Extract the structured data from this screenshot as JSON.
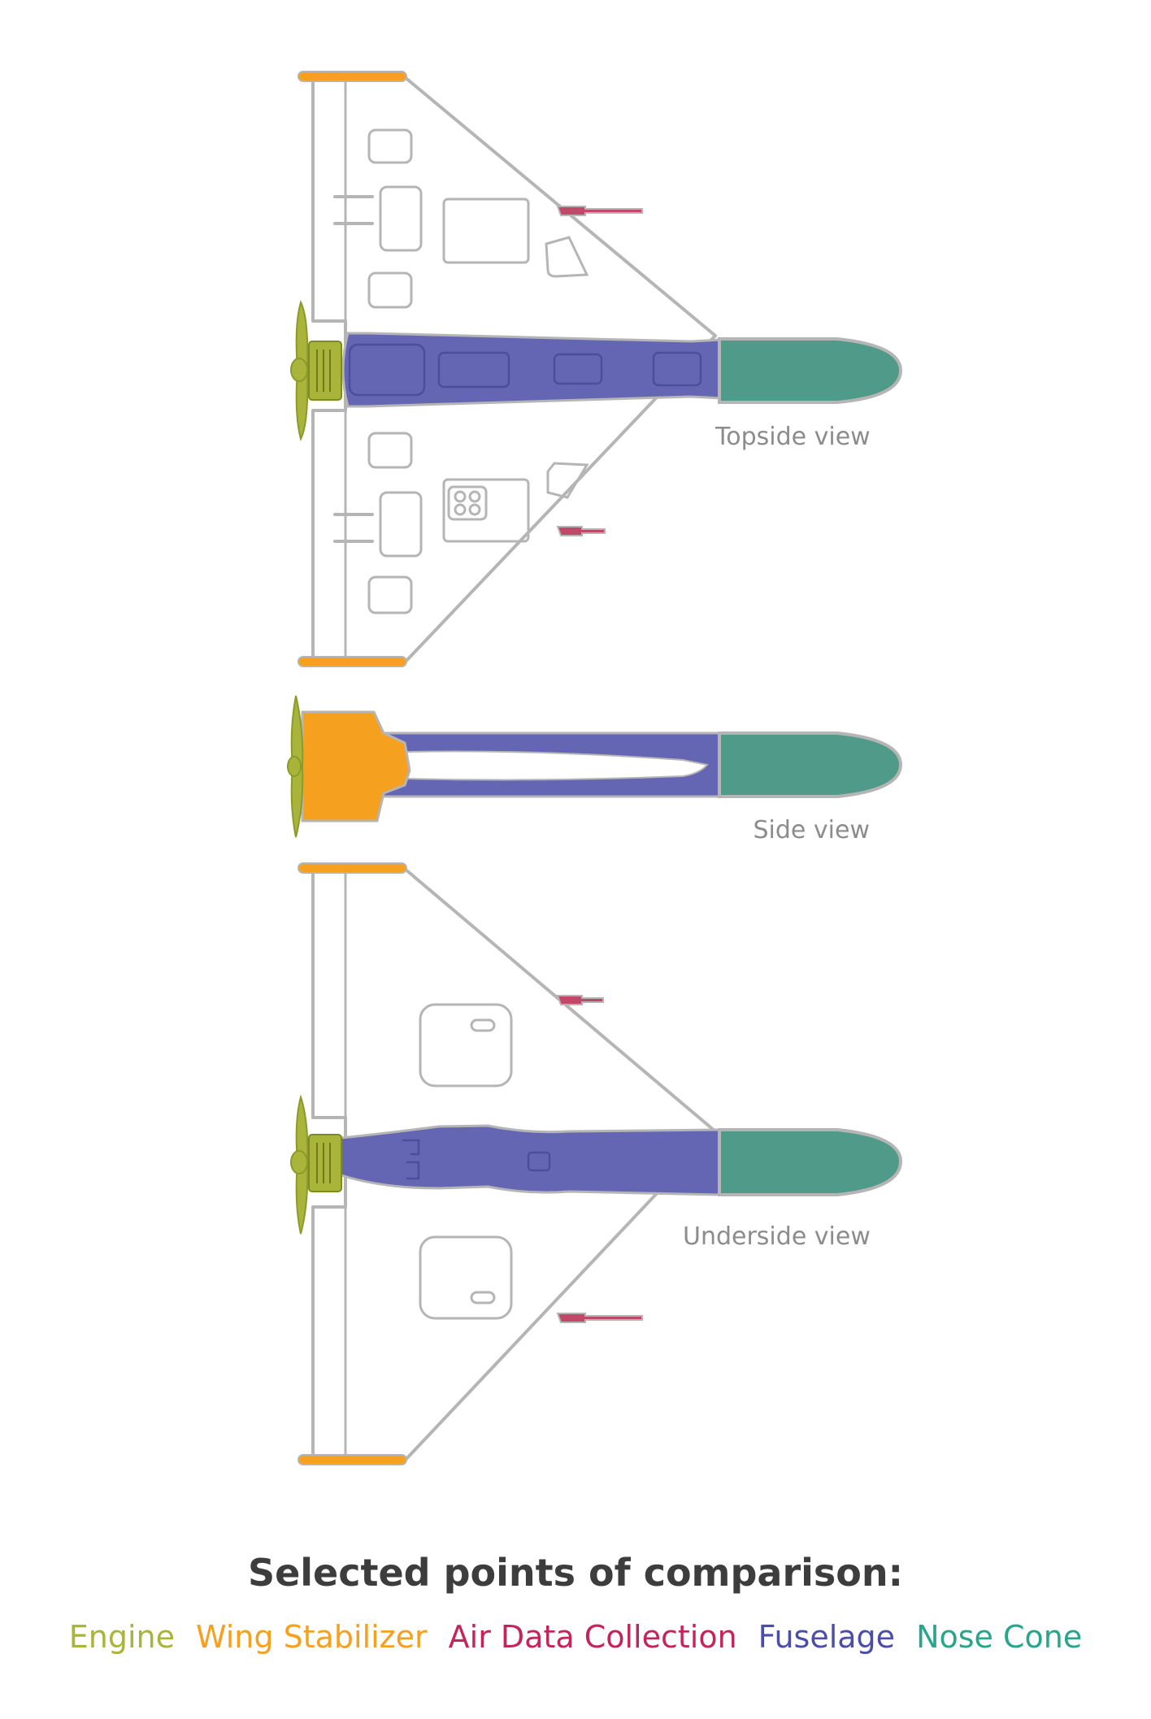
{
  "views": {
    "topside": "Topside view",
    "side": "Side view",
    "underside": "Underside view"
  },
  "legend": {
    "title": "Selected points of comparison:",
    "items": [
      {
        "label": "Engine",
        "color": "#a9b53a"
      },
      {
        "label": "Wing Stabilizer",
        "color": "#f5a11f"
      },
      {
        "label": "Air Data Collection",
        "color": "#c4245a"
      },
      {
        "label": "Fuselage",
        "color": "#4b4ea8"
      },
      {
        "label": "Nose Cone",
        "color": "#2aa58c"
      }
    ]
  },
  "colors": {
    "outline": "#b5b5b5",
    "engine_fill": "#a9b53a",
    "stabilizer_fill": "#f5a11f",
    "pitot_fill": "#c04868",
    "fuselage_fill": "#6466b4",
    "nose_fill": "#4f9a88"
  }
}
